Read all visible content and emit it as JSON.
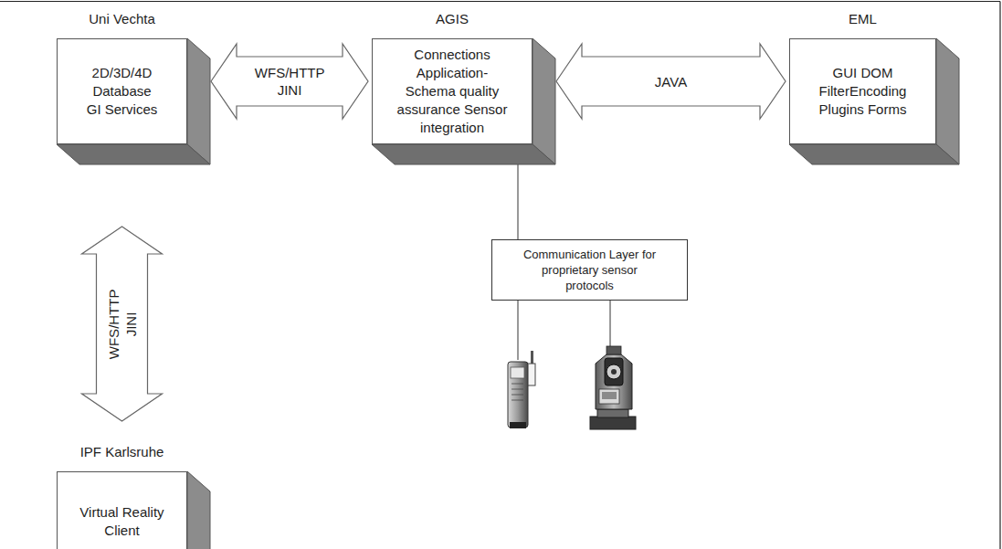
{
  "diagram": {
    "nodes": [
      {
        "text": [
          "Uni Vechta",
          "2D/3D/4D Database GI Services"
        ]
      },
      {
        "text": [
          "AGIS",
          "Connections Application- Schema quality assurance Sensor integration"
        ]
      },
      {
        "text": [
          "EML",
          "GUI DOM FilterEncoding Plugins Forms"
        ]
      },
      {
        "text": [
          "Communication Layer for proprietary sensor protocols"
        ]
      },
      {
        "text": [
          "IPF Karlsruhe",
          "Virtual Reality Client"
        ]
      }
    ],
    "edges": [
      {
        "from": 0,
        "to": 1,
        "label": "WFS/HTTP JINI",
        "arrow": "both"
      },
      {
        "from": 1,
        "to": 2,
        "label": "JAVA",
        "arrow": "both"
      },
      {
        "from": 1,
        "to": 3,
        "arrow": "none"
      },
      {
        "from": 0,
        "to": 4,
        "label": "WFS/HTTP JINI",
        "arrow": "both"
      }
    ]
  }
}
